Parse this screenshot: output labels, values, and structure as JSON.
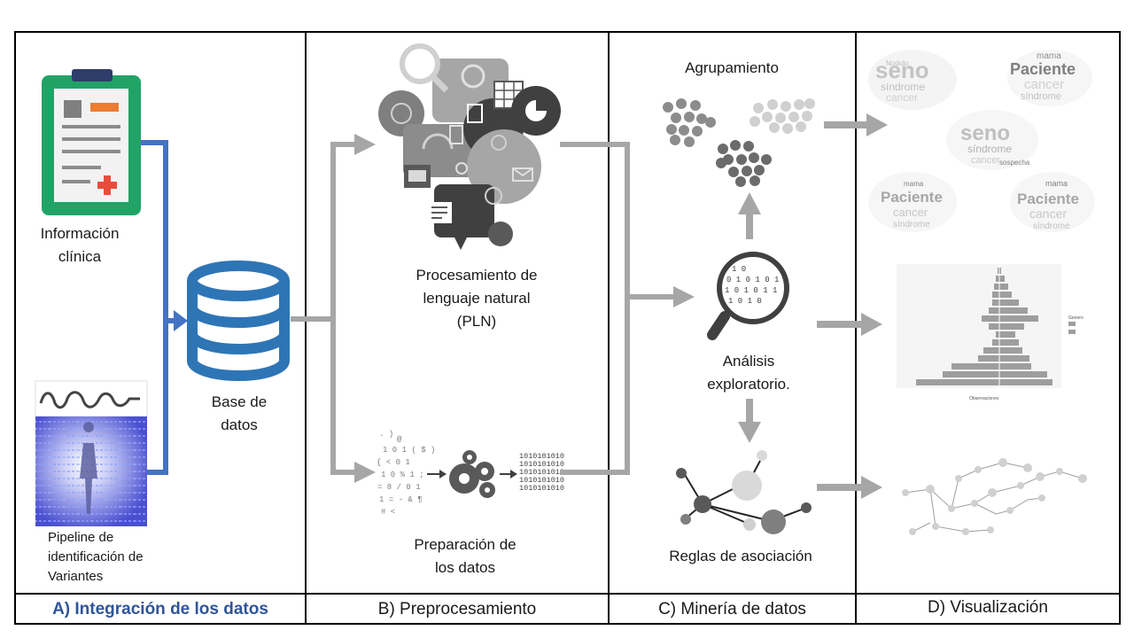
{
  "panels": {
    "a": {
      "clinical_label_line1": "Información",
      "clinical_label_line2": "clínica",
      "database_label_line1": "Base de",
      "database_label_line2": "datos",
      "pipeline_label_line1": "Pipeline de",
      "pipeline_label_line2": "identificación de",
      "pipeline_label_line3": "Variantes",
      "footer": "A) Integración de los datos"
    },
    "b": {
      "nlp_label_line1": "Procesamiento de",
      "nlp_label_line2": "lenguaje natural",
      "nlp_label_line3": "(PLN)",
      "prep_label_line1": "Preparación de",
      "prep_label_line2": "los datos",
      "footer": "B) Preprocesamiento"
    },
    "c": {
      "clustering_label": "Agrupamiento",
      "exploratory_label_line1": "Análisis",
      "exploratory_label_line2": "exploratorio.",
      "association_label": "Reglas de asociación",
      "footer": "C) Minería de datos"
    },
    "d": {
      "footer": "D) Visualización"
    }
  },
  "wordclouds": [
    {
      "main": "seno",
      "second": "síndrome",
      "third": "cancer"
    },
    {
      "main": "Paciente",
      "second": "cancer",
      "third": "síndrome"
    },
    {
      "main": "seno",
      "second": "síndrome",
      "third": "cancer"
    },
    {
      "main": "Paciente",
      "second": "cancer",
      "third": "síndrome"
    },
    {
      "main": "Paciente",
      "second": "cancer",
      "third": "síndrome"
    }
  ],
  "colors": {
    "blue_connector": "#4472c4",
    "footer_a": "#2f5597",
    "grey_arrow": "#a6a6a6",
    "db_blue": "#2e75b6",
    "clipboard_green": "#21a366"
  }
}
